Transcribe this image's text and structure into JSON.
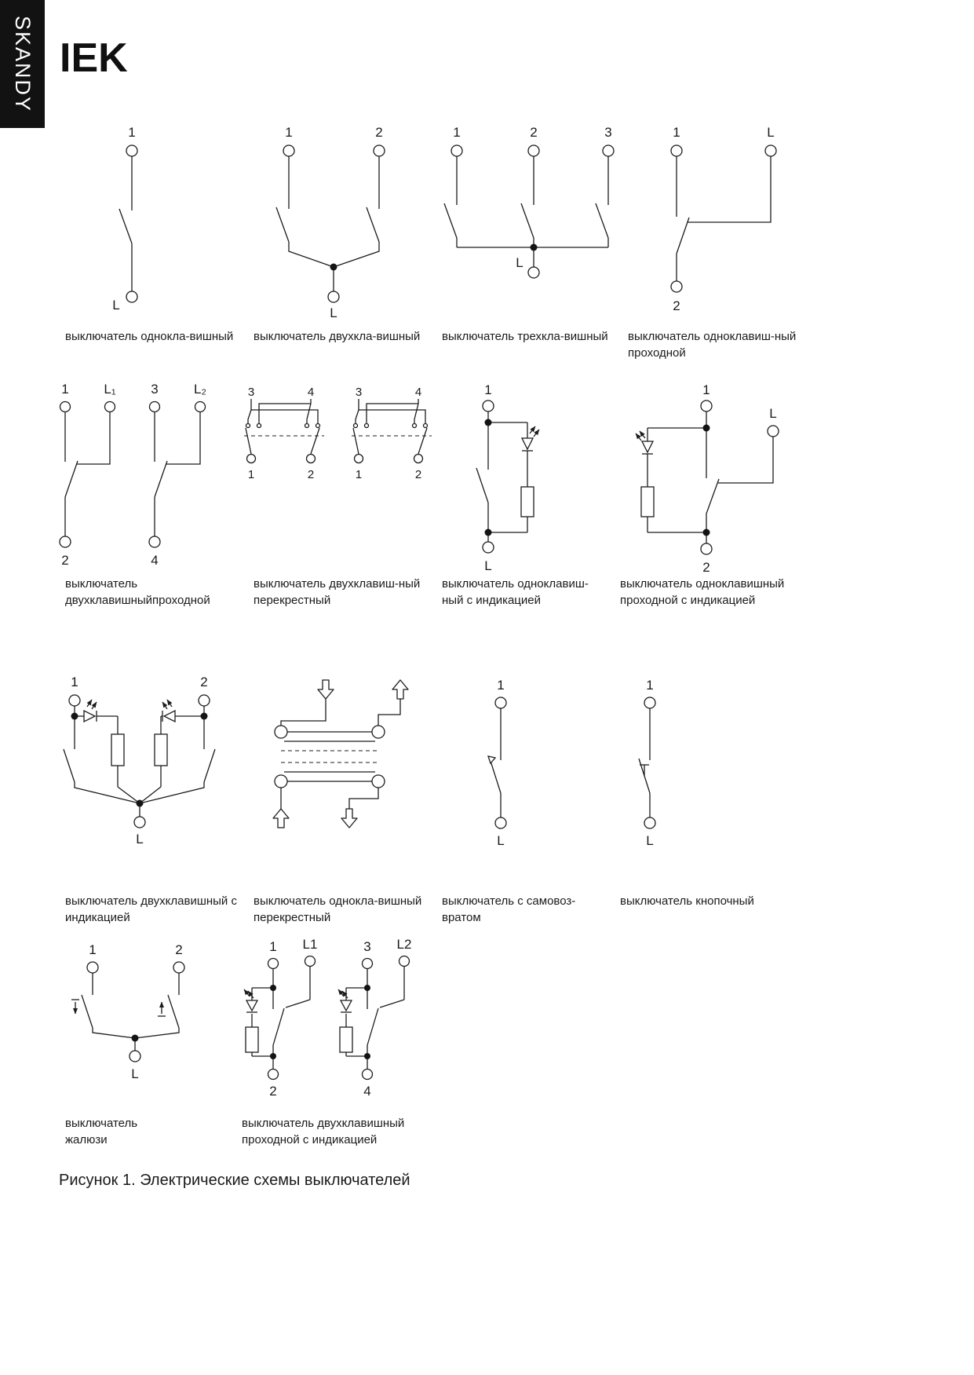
{
  "brand": {
    "series": "SKANDY",
    "logo": "IEK"
  },
  "figure_caption": "Рисунок 1. Электрические схемы выключателей",
  "diagrams": {
    "d1": {
      "caption": "выключатель однокла-вишный",
      "t1": "1",
      "tL": "L"
    },
    "d2": {
      "caption": "выключатель двухкла-вишный",
      "t1": "1",
      "t2": "2",
      "tL": "L"
    },
    "d3": {
      "caption": "выключатель трехкла-вишный",
      "t1": "1",
      "t2": "2",
      "t3": "3",
      "tL": "L"
    },
    "d4": {
      "caption": "выключатель одноклавиш-ный\nпроходной",
      "t1": "1",
      "tL": "L",
      "t2": "2"
    },
    "d5": {
      "caption": "выключатель\nдвухклавишныйпроходной",
      "t1": "1",
      "tL1": "L₁",
      "t3": "3",
      "tL2": "L₂",
      "t2": "2",
      "t4": "4"
    },
    "d6": {
      "caption": "выключатель двухклавиш-ный\nперекрестный",
      "p1": {
        "t3": "3",
        "t4": "4",
        "t1": "1",
        "t2": "2"
      },
      "p2": {
        "t3": "3",
        "t4": "4",
        "t1": "1",
        "t2": "2"
      }
    },
    "d7": {
      "caption": "выключатель одноклавиш-\nный с индикацией",
      "t1": "1",
      "tL": "L"
    },
    "d8": {
      "caption": "выключатель одноклавишный\nпроходной с индикацией",
      "t1": "1",
      "tL": "L",
      "t2": "2"
    },
    "d9": {
      "caption": "выключатель двухклавишный с\nиндикацией",
      "t1": "1",
      "t2": "2",
      "tL": "L"
    },
    "d10": {
      "caption": "выключатель однокла-вишный\nперекрестный"
    },
    "d11": {
      "caption": "выключатель с самовоз-\nвратом",
      "t1": "1",
      "tL": "L"
    },
    "d12": {
      "caption": "выключатель кнопочный",
      "t1": "1",
      "tL": "L"
    },
    "d13": {
      "caption": "выключатель\nжалюзи",
      "t1": "1",
      "t2": "2",
      "tL": "L"
    },
    "d14": {
      "caption": "выключатель двухклавишный\nпроходной с индикацией",
      "t1": "1",
      "tL1": "L1",
      "t3": "3",
      "tL2": "L2",
      "t2": "2",
      "t4": "4"
    }
  }
}
